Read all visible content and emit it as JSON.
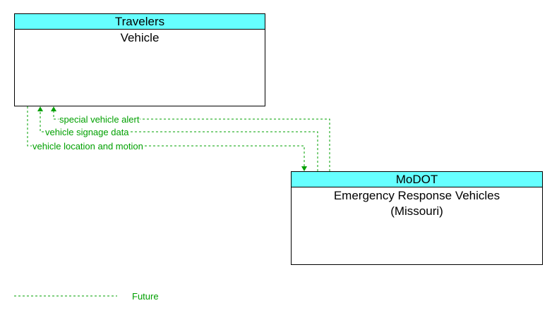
{
  "nodes": {
    "vehicle": {
      "header": "Travelers",
      "title": "Vehicle"
    },
    "emergency": {
      "header": "MoDOT",
      "title_line1": "Emergency Response Vehicles",
      "title_line2": "(Missouri)"
    }
  },
  "flows": [
    {
      "label": "special vehicle alert",
      "from": "Emergency Response Vehicles (Missouri)",
      "to": "Vehicle"
    },
    {
      "label": "vehicle signage data",
      "from": "Emergency Response Vehicles (Missouri)",
      "to": "Vehicle"
    },
    {
      "label": "vehicle location and motion",
      "from": "Vehicle",
      "to": "Emergency Response Vehicles (Missouri)"
    }
  ],
  "legend": {
    "future_label": "Future"
  },
  "colors": {
    "header_fill": "#66ffff",
    "flow_future": "#00a000",
    "border": "#000000"
  }
}
